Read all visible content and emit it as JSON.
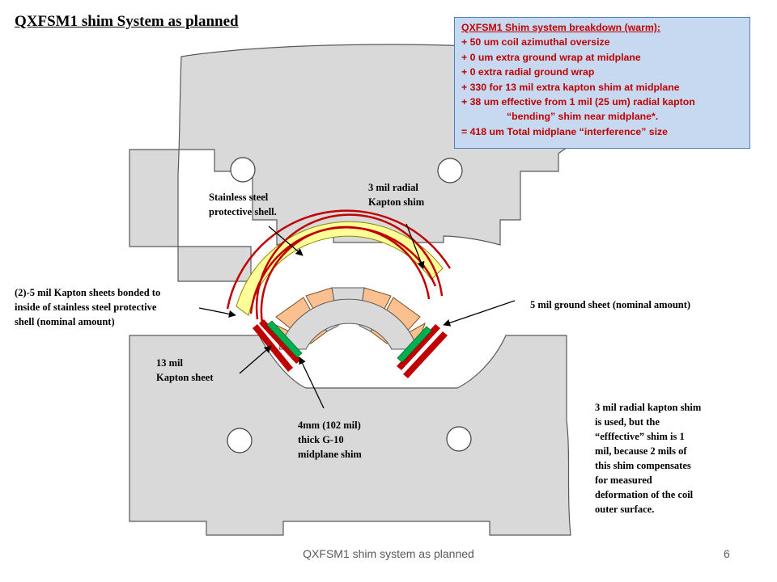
{
  "title": "QXFSM1 shim System as planned",
  "breakdown": {
    "header": "QXFSM1  Shim system breakdown (warm):",
    "lines": [
      "+ 50 um coil azimuthal oversize",
      "+ 0 um extra ground wrap at midplane",
      "+ 0 extra radial ground wrap",
      "+ 330 for 13 mil extra kapton shim at midplane",
      "+ 38 um effective from 1 mil (25 um) radial kapton",
      "“bending” shim near midplane*.",
      "= 418 um  Total midplane “interference” size"
    ]
  },
  "labels": {
    "stainless_shell": [
      "Stainless steel",
      "protective shell."
    ],
    "radial_kapton": [
      "3 mil radial",
      "Kapton shim"
    ],
    "kapton_sheets": [
      "(2)-5 mil Kapton sheets bonded to",
      "inside of stainless steel protective",
      "shell (nominal amount)"
    ],
    "ground_sheet": [
      "5 mil ground sheet (nominal amount)"
    ],
    "kapton_13mil": [
      "13 mil",
      "Kapton sheet"
    ],
    "g10_shim": [
      "4mm (102 mil)",
      "thick G-10",
      "midplane shim"
    ],
    "note": [
      "3 mil radial kapton shim",
      "is used, but the",
      "“efffective” shim is 1",
      "mil, because 2 mils of",
      "this shim compensates",
      "for measured",
      "deformation of the coil",
      "outer surface."
    ]
  },
  "footer": {
    "text": "QXFSM1 shim system as planned",
    "page": "6"
  },
  "colors": {
    "structure_fill": "#d9d9d9",
    "coil_fill": "#fac090",
    "kapton_line": "#c00000",
    "shell_fill": "#ffff99",
    "g10_fill": "#00b050",
    "box_fill": "#c6d9f1"
  }
}
